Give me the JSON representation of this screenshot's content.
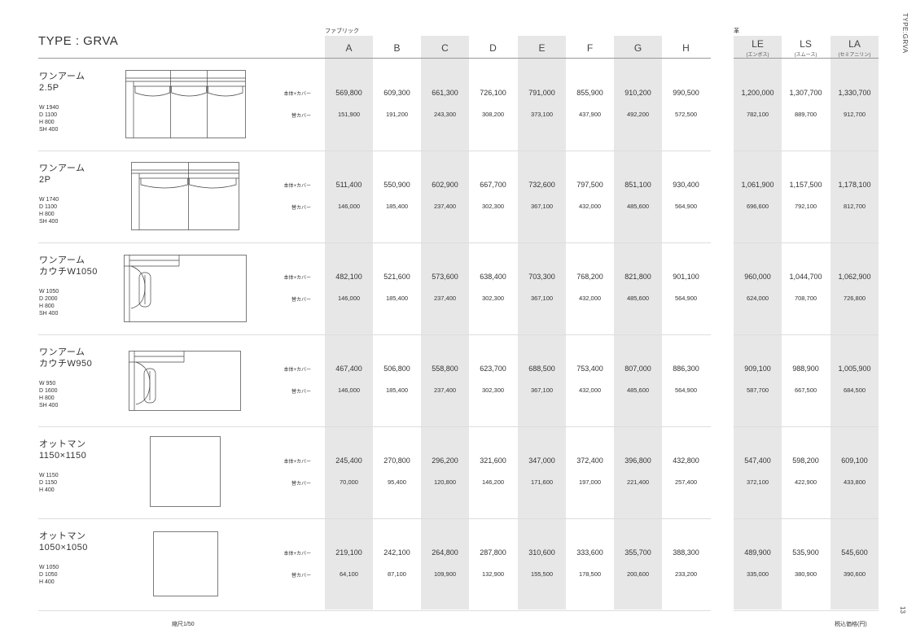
{
  "title": "TYPE : GRVA",
  "side_label": "TYPE:GRVA",
  "page_number": "13",
  "fabric_group_label": "ファブリック",
  "leather_group_label": "革",
  "columns": [
    {
      "label": "A",
      "sub": ""
    },
    {
      "label": "B",
      "sub": ""
    },
    {
      "label": "C",
      "sub": ""
    },
    {
      "label": "D",
      "sub": ""
    },
    {
      "label": "E",
      "sub": ""
    },
    {
      "label": "F",
      "sub": ""
    },
    {
      "label": "G",
      "sub": ""
    },
    {
      "label": "H",
      "sub": ""
    },
    {
      "label": "LE",
      "sub": "(エンボス)"
    },
    {
      "label": "LS",
      "sub": "(スムース)"
    },
    {
      "label": "LA",
      "sub": "(セミアニリン)"
    }
  ],
  "price_labels": {
    "main": "本体+カバー",
    "cover": "替カバー"
  },
  "products": [
    {
      "name": "ワンアーム\n2.5P",
      "dims": "W 1940\nD 1100\nH  800\nSH 400",
      "sketch": "sofa-2-5p",
      "main": [
        "569,800",
        "609,300",
        "661,300",
        "726,100",
        "791,000",
        "855,900",
        "910,200",
        "990,500",
        "1,200,000",
        "1,307,700",
        "1,330,700"
      ],
      "cover": [
        "151,900",
        "191,200",
        "243,300",
        "308,200",
        "373,100",
        "437,900",
        "492,200",
        "572,500",
        "782,100",
        "889,700",
        "912,700"
      ]
    },
    {
      "name": "ワンアーム\n2P",
      "dims": "W 1740\nD 1100\nH  800\nSH 400",
      "sketch": "sofa-2p",
      "main": [
        "511,400",
        "550,900",
        "602,900",
        "667,700",
        "732,600",
        "797,500",
        "851,100",
        "930,400",
        "1,061,900",
        "1,157,500",
        "1,178,100"
      ],
      "cover": [
        "146,000",
        "185,400",
        "237,400",
        "302,300",
        "367,100",
        "432,000",
        "485,600",
        "564,900",
        "696,600",
        "792,100",
        "812,700"
      ]
    },
    {
      "name": "ワンアーム\nカウチW1050",
      "dims": "W 1050\nD 2000\nH  800\nSH 400",
      "sketch": "couch-w1050",
      "main": [
        "482,100",
        "521,600",
        "573,600",
        "638,400",
        "703,300",
        "768,200",
        "821,800",
        "901,100",
        "960,000",
        "1,044,700",
        "1,062,900"
      ],
      "cover": [
        "146,000",
        "185,400",
        "237,400",
        "302,300",
        "367,100",
        "432,000",
        "485,600",
        "564,900",
        "624,000",
        "708,700",
        "726,800"
      ]
    },
    {
      "name": "ワンアーム\nカウチW950",
      "dims": "W  950\nD 1600\nH  800\nSH 400",
      "sketch": "couch-w950",
      "main": [
        "467,400",
        "506,800",
        "558,800",
        "623,700",
        "688,500",
        "753,400",
        "807,000",
        "886,300",
        "909,100",
        "988,900",
        "1,005,900"
      ],
      "cover": [
        "146,000",
        "185,400",
        "237,400",
        "302,300",
        "367,100",
        "432,000",
        "485,600",
        "564,900",
        "587,700",
        "667,500",
        "684,500"
      ]
    },
    {
      "name": "オットマン\n1150×1150",
      "dims": "W 1150\nD 1150\nH  400",
      "sketch": "ottoman-1150",
      "main": [
        "245,400",
        "270,800",
        "296,200",
        "321,600",
        "347,000",
        "372,400",
        "396,800",
        "432,800",
        "547,400",
        "598,200",
        "609,100"
      ],
      "cover": [
        "70,000",
        "95,400",
        "120,800",
        "146,200",
        "171,600",
        "197,000",
        "221,400",
        "257,400",
        "372,100",
        "422,900",
        "433,800"
      ]
    },
    {
      "name": "オットマン\n1050×1050",
      "dims": "W 1050\nD 1050\nH  400",
      "sketch": "ottoman-1050",
      "main": [
        "219,100",
        "242,100",
        "264,800",
        "287,800",
        "310,600",
        "333,600",
        "355,700",
        "388,300",
        "489,900",
        "535,900",
        "545,600"
      ],
      "cover": [
        "64,100",
        "87,100",
        "109,900",
        "132,900",
        "155,500",
        "178,500",
        "200,600",
        "233,200",
        "335,000",
        "380,900",
        "390,600"
      ]
    }
  ],
  "footer": {
    "scale": "縮尺1/50",
    "unit": "税込価格(円)"
  }
}
